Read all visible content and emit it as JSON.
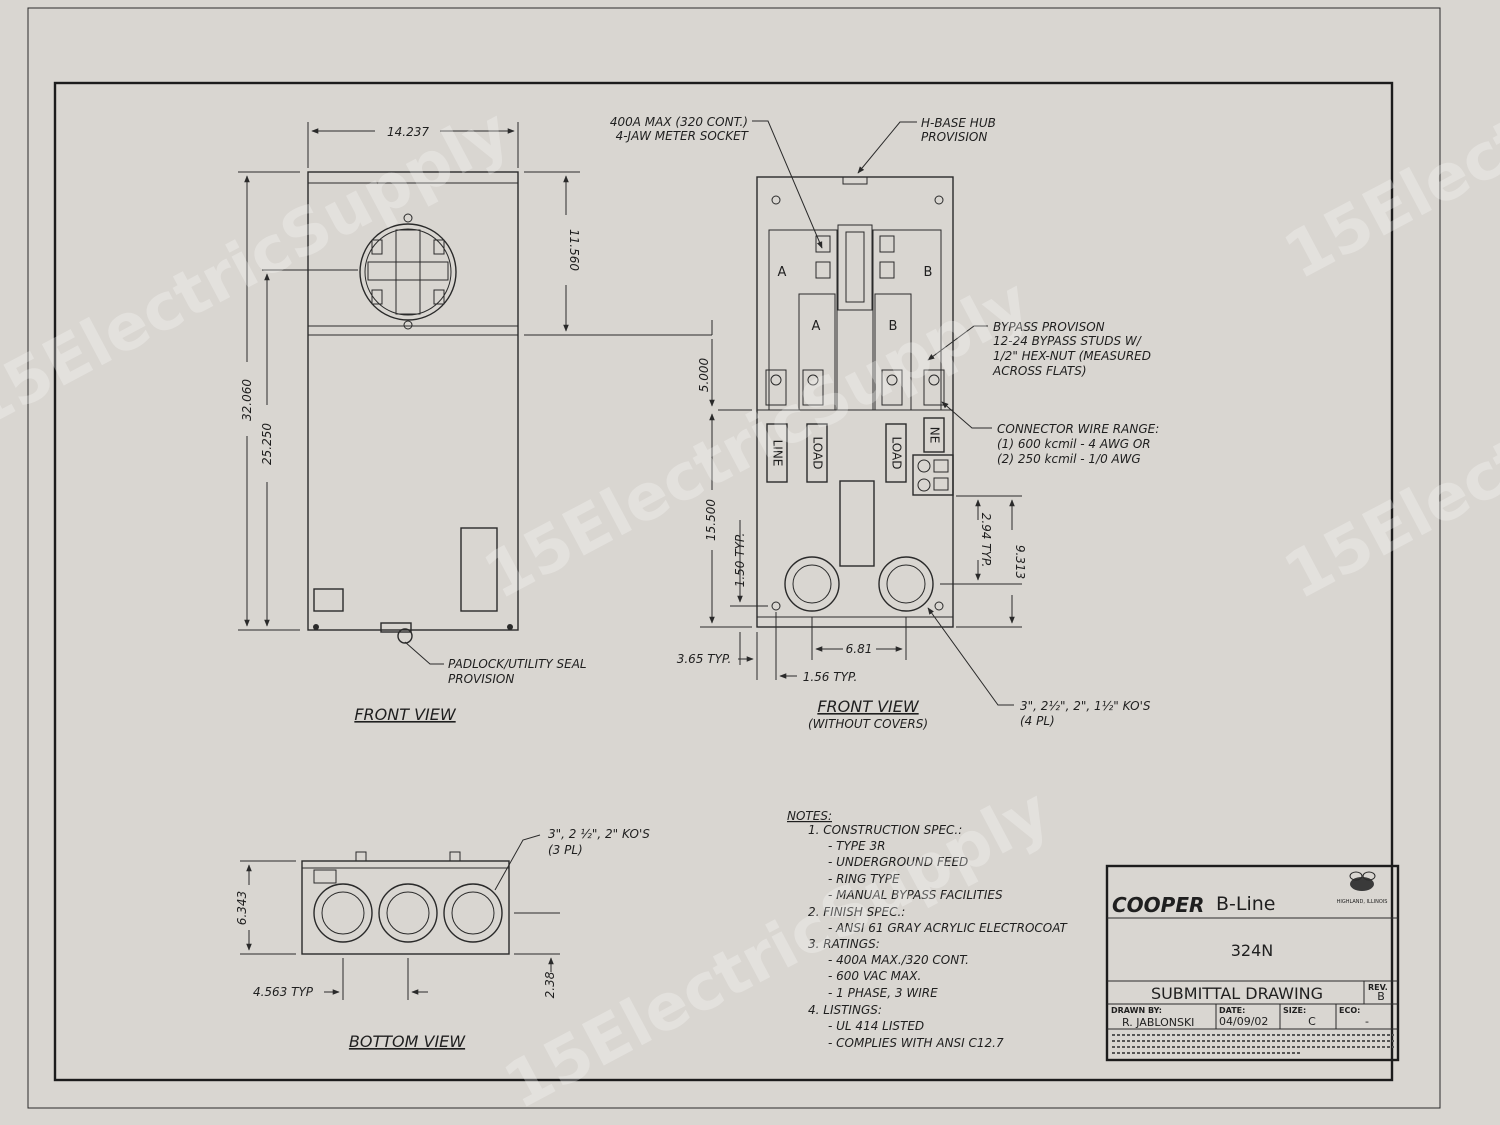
{
  "front_view": {
    "title": "FRONT VIEW",
    "width_dim": "14.237",
    "height_dims": [
      "32.060",
      "25.250"
    ],
    "socket_dim": "11.560",
    "padlock_note": [
      "PADLOCK/UTILITY SEAL",
      "PROVISION"
    ]
  },
  "front_view_open": {
    "title": "FRONT VIEW",
    "subtitle": "(WITHOUT COVERS)",
    "callout_socket": [
      "400A MAX (320 CONT.)",
      "4-JAW METER SOCKET"
    ],
    "callout_hub": [
      "H-BASE HUB",
      "PROVISION"
    ],
    "callout_bypass": [
      "BYPASS PROVISON",
      "12-24 BYPASS STUDS W/",
      "1/2\" HEX-NUT (MEASURED",
      "ACROSS FLATS)"
    ],
    "callout_connector": [
      "CONNECTOR WIRE RANGE:",
      "(1) 600 kcmil - 4 AWG OR",
      "(2) 250 kcmil - 1/0 AWG"
    ],
    "callout_ko": [
      "3\", 2½\", 2\", 1½\" KO'S",
      "(4 PL)"
    ],
    "terminal_labels": [
      "A",
      "B",
      "A",
      "B"
    ],
    "lug_labels": [
      "LINE",
      "LOAD",
      "LOAD",
      "NE"
    ],
    "dims": {
      "d5000": "5.000",
      "d15500": "15.500",
      "d150": "1.50 TYP.",
      "d365": "3.65 TYP.",
      "d681": "6.81",
      "d156": "1.56 TYP.",
      "d294": "2.94 TYP.",
      "d9313": "9.313"
    }
  },
  "bottom_view": {
    "title": "BOTTOM VIEW",
    "ko_note": [
      "3\", 2 ½\", 2\" KO'S",
      "(3 PL)"
    ],
    "dims": {
      "height": "6.343",
      "typ": "4.563 TYP",
      "offset": "2.38"
    }
  },
  "notes": {
    "heading": "NOTES:",
    "lines": [
      "1. CONSTRUCTION SPEC.:",
      "- TYPE 3R",
      "- UNDERGROUND FEED",
      "- RING TYPE",
      "- MANUAL BYPASS FACILITIES",
      "2. FINISH SPEC.:",
      "- ANSI 61 GRAY ACRYLIC ELECTROCOAT",
      "3. RATINGS:",
      "- 400A MAX./320 CONT.",
      "- 600 VAC MAX.",
      "- 1 PHASE, 3 WIRE",
      "4. LISTINGS:",
      "- UL 414 LISTED",
      "- COMPLIES WITH ANSI C12.7"
    ]
  },
  "title_block": {
    "brand": "COOPER",
    "brand_sub": "B-Line",
    "location": "HIGHLAND, ILLINOIS",
    "part_number": "324N",
    "drawing_type": "SUBMITTAL DRAWING",
    "rev_label": "REV.",
    "rev_value": "B",
    "drawn_by_label": "DRAWN BY:",
    "drawn_by": "R. JABLONSKI",
    "date_label": "DATE:",
    "date": "04/09/02",
    "size_label": "SIZE:",
    "size": "C",
    "eco_label": "ECO:",
    "eco": "-"
  },
  "watermark": "15ElectricSupply",
  "colors": {
    "paper": "#d9d6d1",
    "ink": "#1f1f1f",
    "watermark": "#ffffff"
  }
}
